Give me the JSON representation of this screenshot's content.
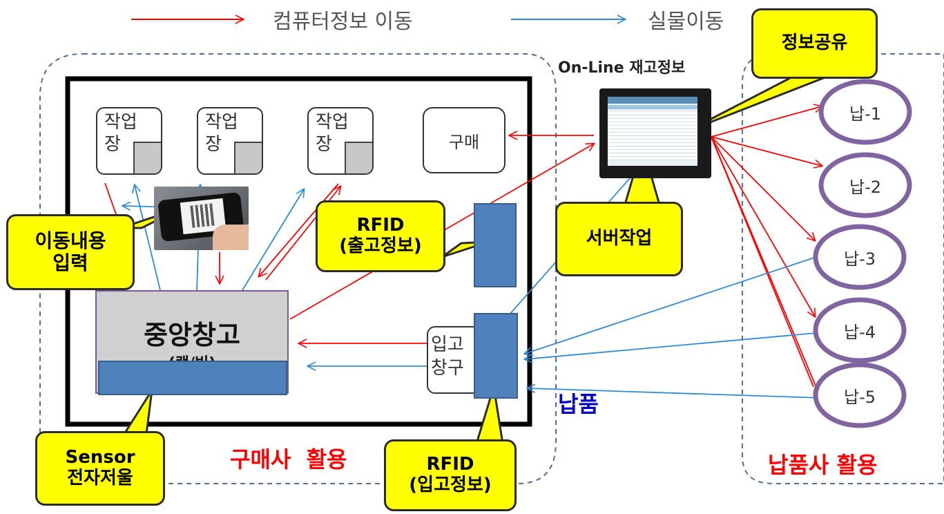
{
  "legend": {
    "computer_info_label": "컴퓨터정보 이동",
    "physical_label": "실물이동",
    "computer_color": "#ff0000",
    "physical_color": "#2e8bd8"
  },
  "online": {
    "title": "On-Line 재고정보"
  },
  "workstations": [
    "작업\n장",
    "작업\n장",
    "작업\n장"
  ],
  "purchase_box": "구매",
  "central": {
    "title": "중앙창고",
    "subtitle": "(랙/빈)"
  },
  "receiving_box": "입고\n창구",
  "suppliers": [
    "납-1",
    "납-2",
    "납-3",
    "납-4",
    "납-5"
  ],
  "callouts": {
    "info_share": "정보공유",
    "movement_input": "이동내용\n입력",
    "rfid_out": "RFID\n(출고정보)",
    "server_work": "서버작업",
    "sensor": "Sensor\n전자저울",
    "rfid_in": "RFID\n(입고정보)"
  },
  "delivery_label": "납품",
  "region_labels": {
    "buyer": "구매사  활용",
    "supplier": "납품사 활용"
  }
}
